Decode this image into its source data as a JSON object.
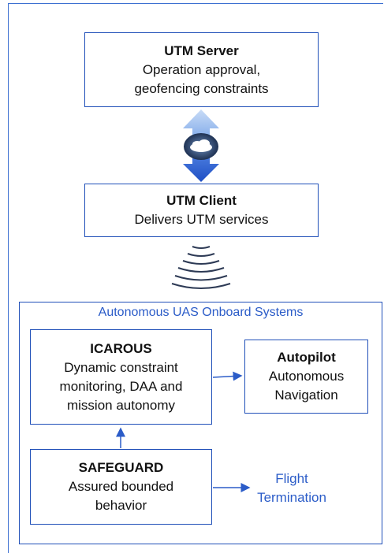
{
  "utm_server": {
    "title": "UTM Server",
    "desc": "Operation approval, geofencing constraints"
  },
  "utm_client": {
    "title": "UTM Client",
    "desc": "Delivers UTM services"
  },
  "onboard": {
    "label": "Autonomous UAS Onboard Systems",
    "icarous": {
      "title": "ICAROUS",
      "desc": "Dynamic constraint monitoring, DAA and mission autonomy"
    },
    "autopilot": {
      "title": "Autopilot",
      "desc": "Autonomous Navigation"
    },
    "safeguard": {
      "title": "SAFEGUARD",
      "desc": "Assured bounded behavior"
    },
    "flight_termination": "Flight Termination"
  },
  "colors": {
    "box_border": "#1f4fb8",
    "label_blue": "#2b5cc8",
    "arrow_light": "#9cc0f0",
    "arrow_dark": "#2a5bd3"
  },
  "icons": {
    "cloud": "cloud-icon",
    "wireless": "wireless-signal-icon"
  }
}
